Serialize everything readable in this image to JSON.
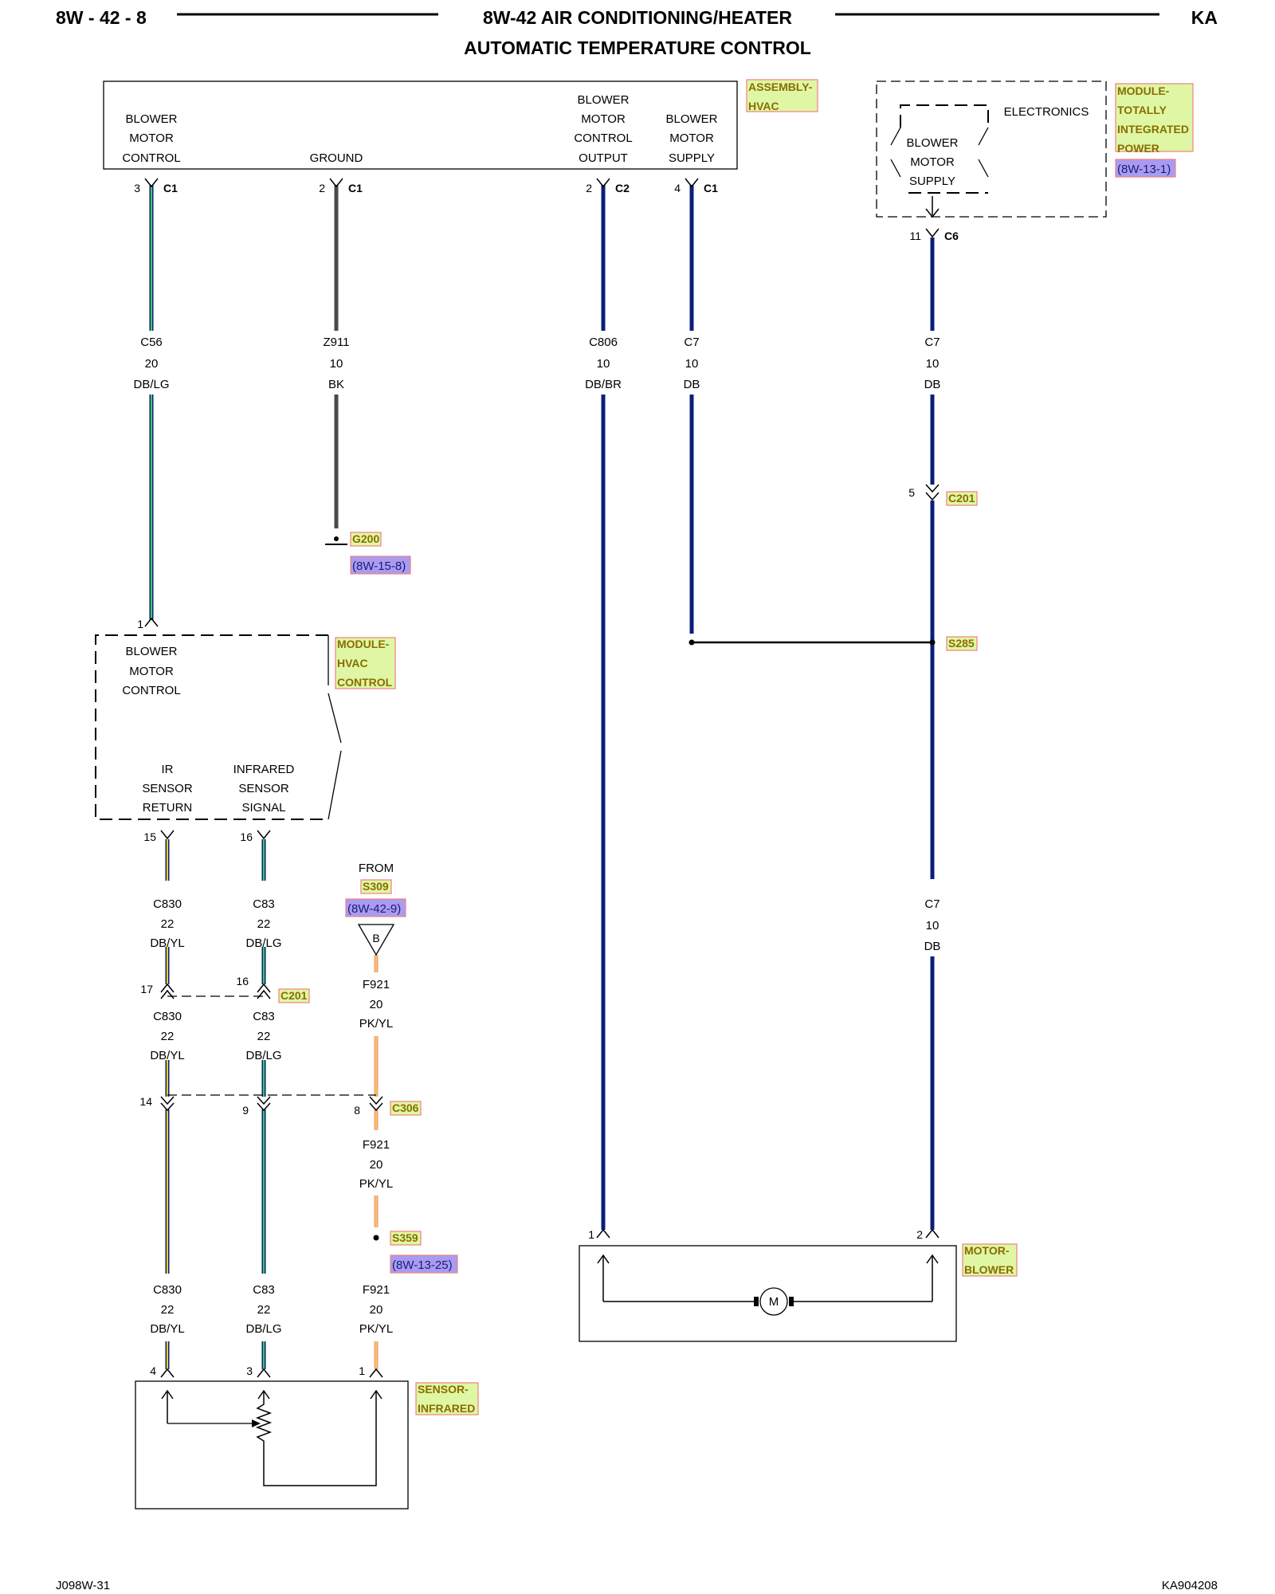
{
  "header": {
    "page_left": "8W - 42 - 8",
    "title": "8W-42 AIR CONDITIONING/HEATER",
    "subtitle": "AUTOMATIC TEMPERATURE CONTROL",
    "page_right": "KA"
  },
  "footer": {
    "left": "J098W-31",
    "right": "KA904208"
  },
  "components": {
    "hvac_assembly": {
      "name1": "ASSEMBLY-",
      "name2": "HVAC",
      "pins": {
        "blower_motor_control": [
          "BLOWER",
          "MOTOR",
          "CONTROL"
        ],
        "ground": [
          "GROUND"
        ],
        "blower_motor_control_output": [
          "BLOWER",
          "MOTOR",
          "CONTROL",
          "OUTPUT"
        ],
        "blower_motor_supply": [
          "BLOWER",
          "MOTOR",
          "SUPPLY"
        ]
      }
    },
    "tipm": {
      "name1": "MODULE-",
      "name2": "TOTALLY",
      "name3": "INTEGRATED",
      "name4": "POWER",
      "ref": "(8W-13-1)",
      "electronics": "ELECTRONICS",
      "supply": [
        "BLOWER",
        "MOTOR",
        "SUPPLY"
      ]
    },
    "hvac_module": {
      "name1": "MODULE-",
      "name2": "HVAC",
      "name3": "CONTROL",
      "blower": [
        "BLOWER",
        "MOTOR",
        "CONTROL"
      ],
      "ir_return": [
        "IR",
        "SENSOR",
        "RETURN"
      ],
      "ir_signal": [
        "INFRARED",
        "SENSOR",
        "SIGNAL"
      ]
    },
    "blower_motor": {
      "name1": "MOTOR-",
      "name2": "BLOWER",
      "symbol": "M"
    },
    "ir_sensor": {
      "name1": "SENSOR-",
      "name2": "INFRARED"
    }
  },
  "connectors": {
    "c1_3": {
      "pin": "3",
      "conn": "C1"
    },
    "c1_2": {
      "pin": "2",
      "conn": "C1"
    },
    "c2_2": {
      "pin": "2",
      "conn": "C2"
    },
    "c1_4": {
      "pin": "4",
      "conn": "C1"
    },
    "c6_11": {
      "pin": "11",
      "conn": "C6"
    },
    "c201_5": {
      "pin": "5",
      "conn": "C201"
    },
    "mod_pin1": "1",
    "mod_pin15": "15",
    "mod_pin16": "16",
    "c201_17": "17",
    "c201_16": "16",
    "c201": "C201",
    "c306_14": "14",
    "c306_9": "9",
    "c306_8": "8",
    "c306": "C306",
    "motor_pin1": "1",
    "motor_pin2": "2",
    "sensor_pin4": "4",
    "sensor_pin3": "3",
    "sensor_pin1": "1"
  },
  "splices": {
    "s285": "S285",
    "s359": "S359",
    "s359_ref": "(8W-13-25)",
    "g200": "G200",
    "g200_ref": "(8W-15-8)"
  },
  "from_block": {
    "from": "FROM",
    "splice": "S309",
    "ref": "(8W-42-9)",
    "letter": "B"
  },
  "wires": {
    "c56": [
      "C56",
      "20",
      "DB/LG"
    ],
    "z911": [
      "Z911",
      "10",
      "BK"
    ],
    "c806": [
      "C806",
      "10",
      "DB/BR"
    ],
    "c7_a": [
      "C7",
      "10",
      "DB"
    ],
    "c7_b": [
      "C7",
      "10",
      "DB"
    ],
    "c7_c": [
      "C7",
      "10",
      "DB"
    ],
    "c830_a": [
      "C830",
      "22",
      "DB/YL"
    ],
    "c83_a": [
      "C83",
      "22",
      "DB/LG"
    ],
    "f921_a": [
      "F921",
      "20",
      "PK/YL"
    ],
    "c830_b": [
      "C830",
      "22",
      "DB/YL"
    ],
    "c83_b": [
      "C83",
      "22",
      "DB/LG"
    ],
    "f921_b": [
      "F921",
      "20",
      "PK/YL"
    ],
    "c830_c": [
      "C830",
      "22",
      "DB/YL"
    ],
    "c83_c": [
      "C83",
      "22",
      "DB/LG"
    ],
    "f921_c": [
      "F921",
      "20",
      "PK/YL"
    ]
  },
  "colors": {
    "dark_blue": "#0a1f7a",
    "light_green": "#3ccf5a",
    "black": "#4a4a4a",
    "pink": "#f29aa8",
    "yellow": "#f5d020",
    "tag_fill": "#dff7a4",
    "ref_fill": "#a99cf0"
  }
}
